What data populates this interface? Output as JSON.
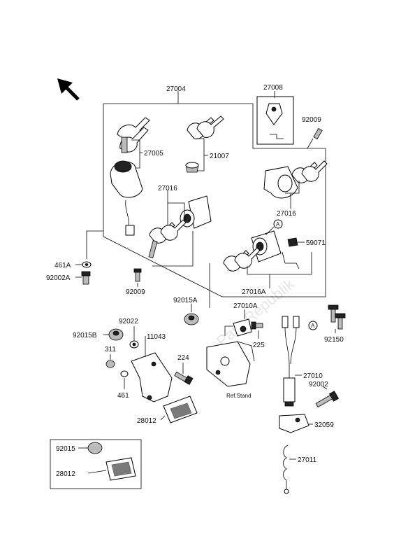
{
  "labels": {
    "p27004": "27004",
    "p27008": "27008",
    "p92009_top": "92009",
    "p27005": "27005",
    "p21007": "21007",
    "p27016_a": "27016",
    "p27016_b": "27016",
    "p59071": "59071",
    "p27016A": "27016A",
    "p461A": "461A",
    "p92002A": "92002A",
    "p92009_mid": "92009",
    "p92015A": "92015A",
    "p27010A": "27010A",
    "p225": "225",
    "p92150": "92150",
    "p92015B": "92015B",
    "p92022": "92022",
    "p11043": "11043",
    "p311": "311",
    "p224": "224",
    "p461": "461",
    "p27010": "27010",
    "p92002": "92002",
    "p32059": "32059",
    "p28012_a": "28012",
    "p27011": "27011",
    "p92015": "92015",
    "p28012_b": "28012",
    "ref_stand": "Ref.Stand",
    "marker_a1": "A",
    "marker_a2": "A"
  },
  "watermark": "PartsRepublik",
  "icons": {
    "direction": "front-arrow-icon"
  }
}
